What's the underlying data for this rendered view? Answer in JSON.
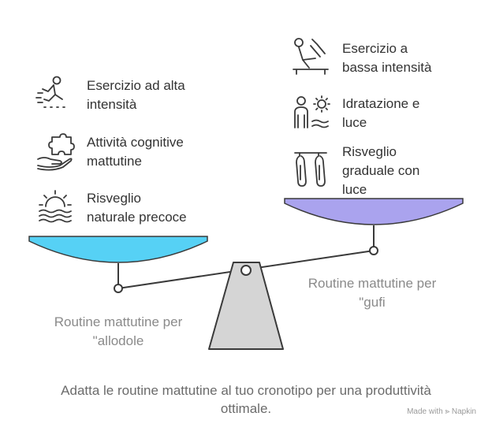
{
  "left": {
    "items": [
      {
        "icon": "jump-exercise-icon",
        "text": "Esercizio ad alta\nintensità"
      },
      {
        "icon": "puzzle-hand-icon",
        "text": "Attività cognitive\nmattutine"
      },
      {
        "icon": "sunrise-water-icon",
        "text": "Risveglio\nnaturale precoce"
      }
    ],
    "label": "Routine mattutine per\n\"allodole",
    "color": "#56d1f5"
  },
  "right": {
    "items": [
      {
        "icon": "stretching-icon",
        "text": "Esercizio a\nbassa intensità"
      },
      {
        "icon": "person-sun-water-icon",
        "text": "Idratazione e\nluce"
      },
      {
        "icon": "stretch-bands-icon",
        "text": "Risveglio\ngraduale con\nluce"
      }
    ],
    "label": "Routine mattutine per\n\"gufi",
    "color": "#aaa3ee"
  },
  "caption": "Adatta le routine mattutine al tuo cronotipo per una produttività\nottimale.",
  "brand": "Made with ⪢ Napkin"
}
